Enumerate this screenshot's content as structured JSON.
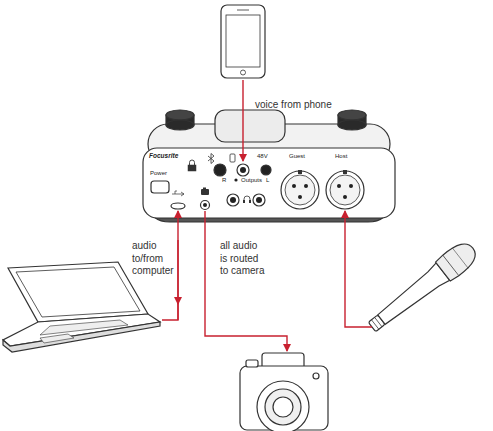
{
  "diagram": {
    "nodes": [
      {
        "text": [
          "Focusrite",
          "Power",
          "48V",
          "Guest",
          "Host",
          "R",
          "Outputs",
          "L"
        ]
      }
    ],
    "labels": [
      "voice from phone",
      "audio to/from computer",
      "all audio is routed to camera"
    ]
  }
}
